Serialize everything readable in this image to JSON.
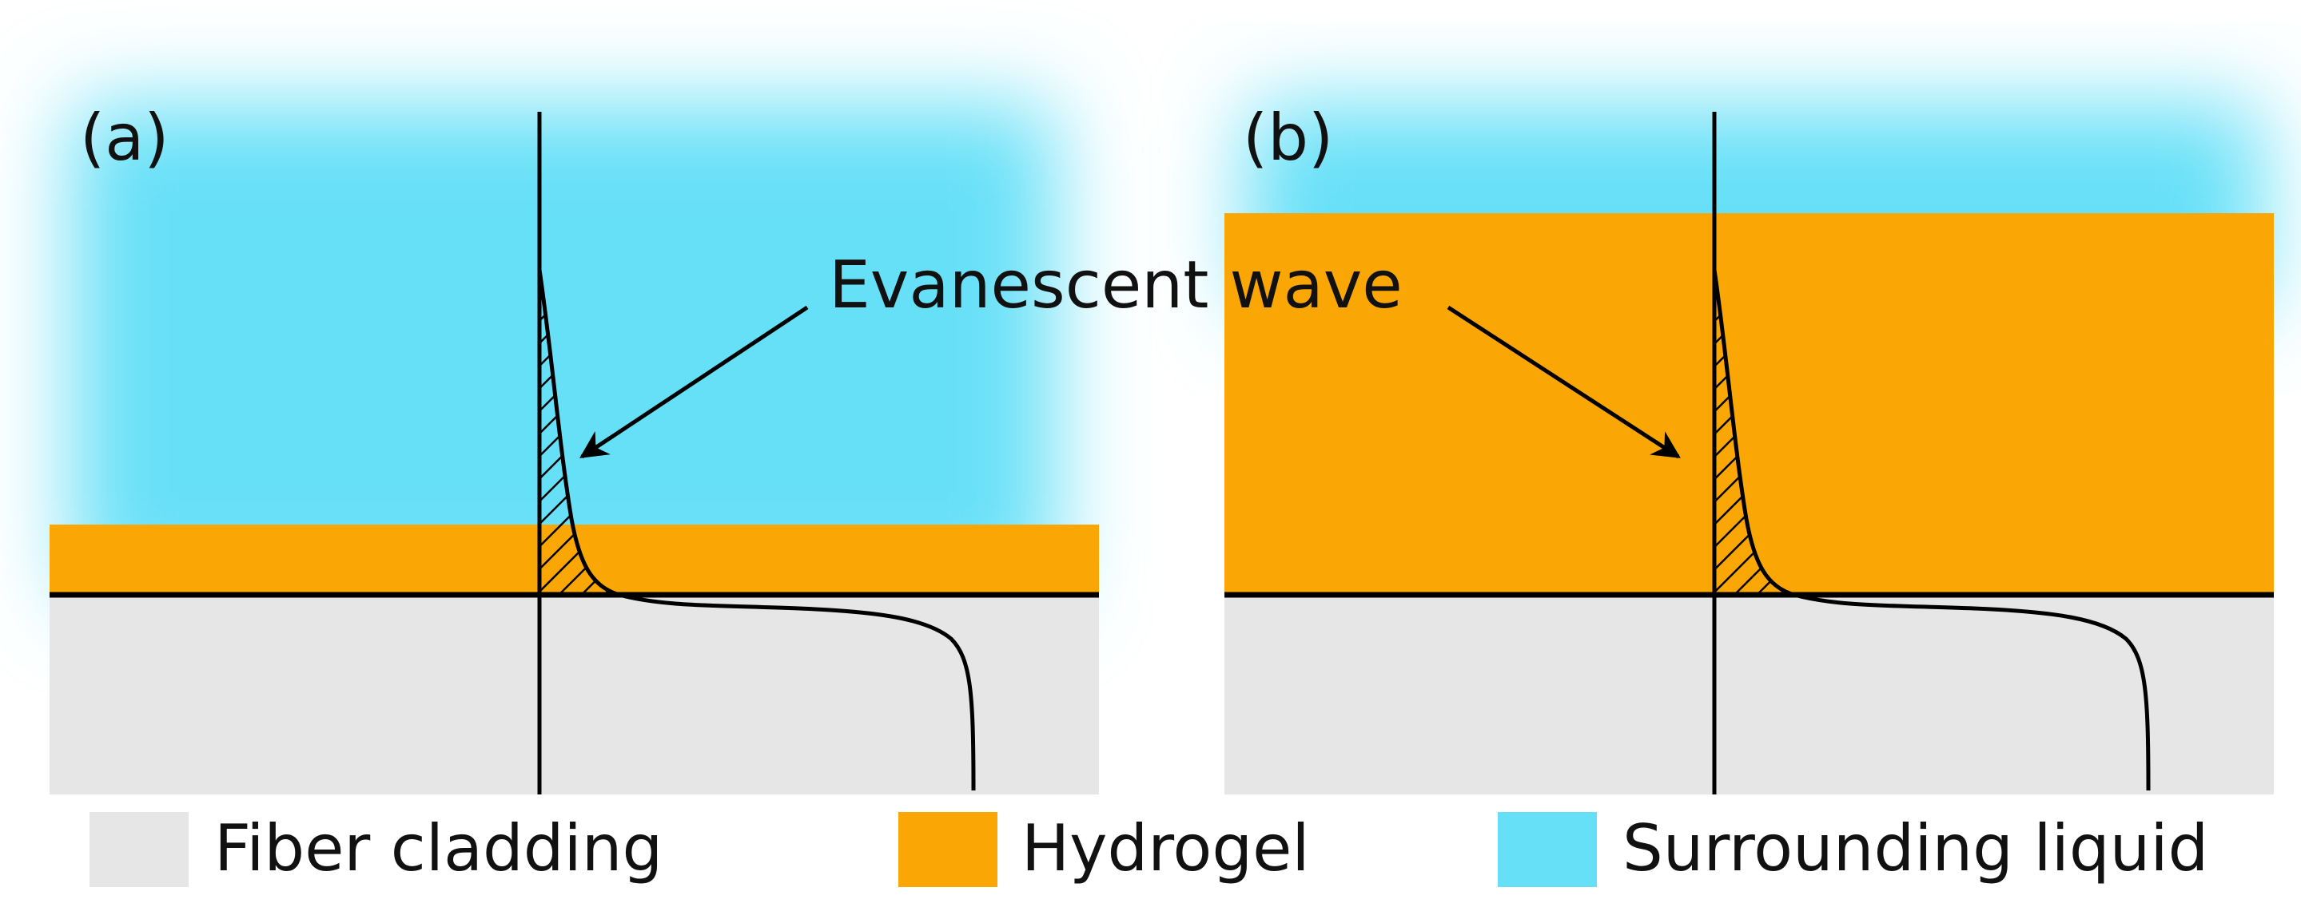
{
  "panels": [
    {
      "id": "a",
      "label": "(a)",
      "hydrogel": "thin"
    },
    {
      "id": "b",
      "label": "(b)",
      "hydrogel": "thick"
    }
  ],
  "annotation": {
    "text": "Evanescent wave"
  },
  "legend": [
    {
      "label": "Fiber cladding",
      "color": "#e6e6e6"
    },
    {
      "label": "Hydrogel",
      "color": "#faa705"
    },
    {
      "label": "Surrounding liquid",
      "color": "#66e0f7"
    }
  ],
  "colors": {
    "cladding": "#e6e6e6",
    "hydrogel": "#faa705",
    "liquid": "#66e0f7",
    "line": "#000000"
  }
}
